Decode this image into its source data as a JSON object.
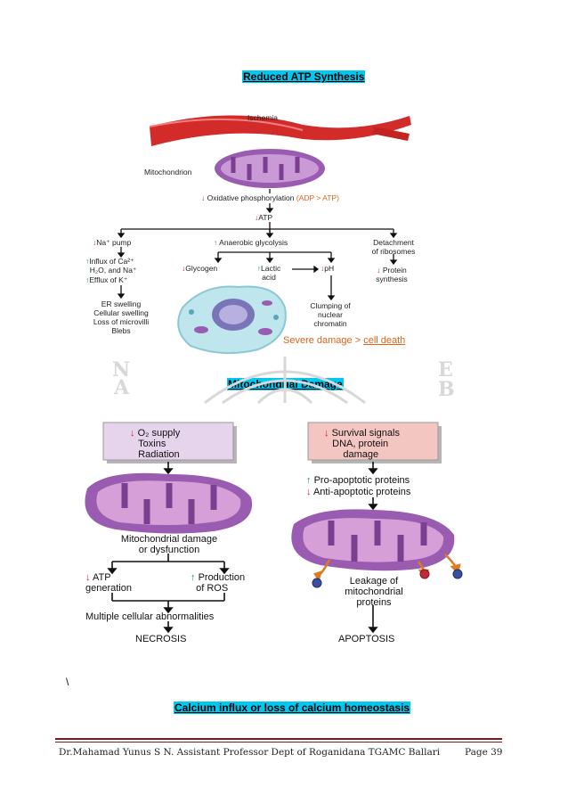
{
  "headings": {
    "atp": "Reduced ATP Synthesis",
    "mito": "Mitochondrial Damage",
    "calcium": "Calcium influx or loss of calcium homeostasis"
  },
  "diagram1": {
    "ischemia": "Ischemia",
    "mitochondrion": "Mitochondrion",
    "oxphos": "Oxidative phosphorylation",
    "adp_atp": "(ADP > ATP)",
    "atp": "ATP",
    "na_pump": "Na⁺ pump",
    "anaerobic": "Anaerobic glycolysis",
    "detachment": "Detachment",
    "ribosomes": "of ribosomes",
    "ca_influx_1": "Influx of Ca²⁺",
    "ca_influx_2": "H₂O, and Na⁺",
    "k_efflux": "Efflux of K⁺",
    "glycogen": "Glycogen",
    "lactic_1": "Lactic",
    "lactic_2": "acid",
    "ph": "pH",
    "protein_1": "Protein",
    "protein_2": "synthesis",
    "er_1": "ER swelling",
    "er_2": "Cellular swelling",
    "er_3": "Loss of microvilli",
    "er_4": "Blebs",
    "clump_1": "Clumping of",
    "clump_2": "nuclear",
    "clump_3": "chromatin",
    "severe": "Severe damage > ",
    "cell_death": "cell death"
  },
  "diagram2": {
    "left_box_1": "O₂ supply",
    "left_box_2": "Toxins",
    "left_box_3": "Radiation",
    "mito_damage_1": "Mitochondrial damage",
    "mito_damage_2": "or dysfunction",
    "atp_1": "ATP",
    "atp_2": "generation",
    "ros_1": "Production",
    "ros_2": "of ROS",
    "multiple": "Multiple cellular abnormalities",
    "necrosis": "NECROSIS",
    "right_box_1": "Survival signals",
    "right_box_2": "DNA, protein",
    "right_box_3": "damage",
    "pro_apoptotic": "Pro-apoptotic proteins",
    "anti_apoptotic": "Anti-apoptotic proteins",
    "leak_1": "Leakage of",
    "leak_2": "mitochondrial",
    "leak_3": "proteins",
    "apoptosis": "APOPTOSIS"
  },
  "stray": "\\",
  "footer": {
    "author": "Dr.Mahamad Yunus S N. Assistant Professor Dept of Roganidana TGAMC Ballari",
    "page": "Page 39"
  },
  "colors": {
    "heading_bg": "#00c8f0",
    "up_arrow": "#1a9a3a",
    "down_arrow": "#d0202a",
    "mito_purple": "#9a5cb0",
    "box_left": "#e6d3ec",
    "box_right": "#f4c6c2",
    "footer_rule": "#7a1a1a"
  }
}
